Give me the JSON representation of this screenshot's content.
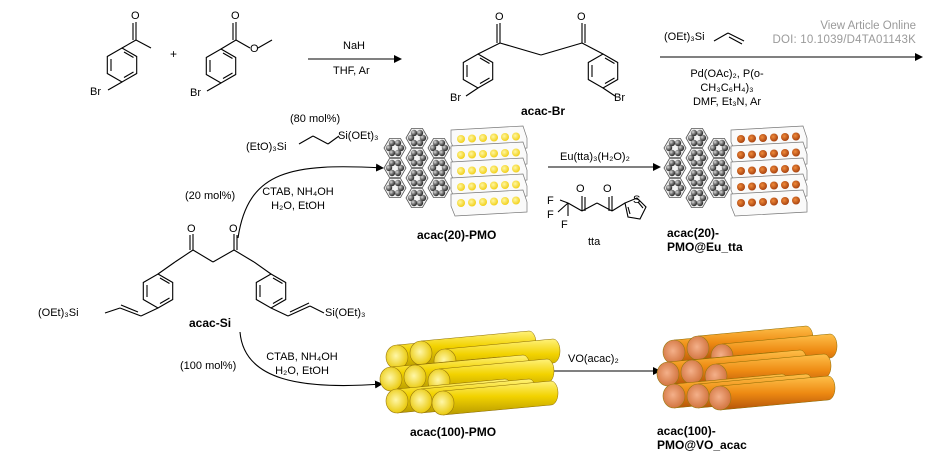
{
  "header": {
    "view_article": "View Article Online",
    "doi": "DOI: 10.1039/D4TA01143K"
  },
  "reaction1": {
    "plus": "+",
    "reactant1_sub": "Br",
    "reactant2_sub": "Br",
    "reagent_top": "NaH",
    "reagent_bottom": "THF, Ar",
    "product_label": "acac-Br",
    "product_br_left": "Br",
    "product_br_right": "Br"
  },
  "reaction2": {
    "vinyl_silane": "(OEt)₃Si",
    "catalyst_line1": "Pd(OAc)₂, P(o-",
    "catalyst_line2": "CH₃C₆H₄)₃",
    "catalyst_line3": "DMF, Et₃N, Ar"
  },
  "center": {
    "precursor_label": "acac-Si",
    "si_left": "(OEt)₃Si",
    "si_right": "Si(OEt)₃"
  },
  "upper_branch": {
    "amount_bridge": "(80 mol%)",
    "bridge_left": "(EtO)₃Si",
    "bridge_right": "Si(OEt)₃",
    "amount_acac": "(20 mol%)",
    "conditions_line1": "CTAB, NH₄OH",
    "conditions_line2": "H₂O, EtOH",
    "pmo_label": "acac(20)-PMO",
    "reagent": "Eu(tta)₃(H₂O)₂",
    "tta_label": "tta",
    "fluorine": "F",
    "product_line1": "acac(20)-",
    "product_line2": "PMO@Eu_tta"
  },
  "lower_branch": {
    "amount": "(100 mol%)",
    "conditions_line1": "CTAB, NH₄OH",
    "conditions_line2": "H₂O, EtOH",
    "pmo_label": "acac(100)-PMO",
    "reagent": "VO(acac)₂",
    "product_line1": "acac(100)-",
    "product_line2": "PMO@VO_acac"
  },
  "colors": {
    "yellow_dots": "#f2e23a",
    "orange_dots": "#c8561a",
    "yellow_rod": "#f0d000",
    "orange_rod": "#e87a10",
    "grey_sphere": "#6a6a6a",
    "watermark": "#9a9a9a"
  }
}
